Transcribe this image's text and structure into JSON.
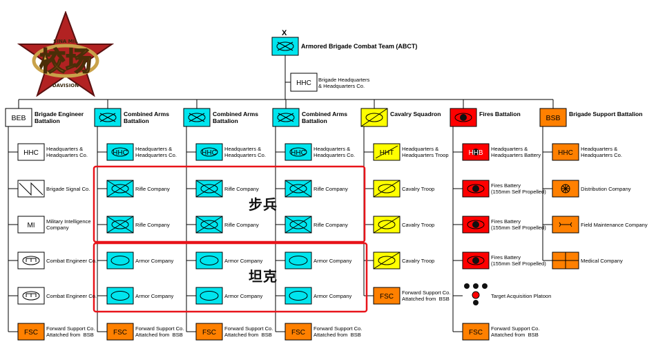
{
  "brigade": {
    "echelon": "X",
    "label": "Armored Brigade Combat Team (ABCT)",
    "hq_code": "HHC",
    "hq_label": "Brigade Headquarters\n& Headquarters Co."
  },
  "columns": [
    {
      "key": "beb",
      "title": "Brigade Engineer\nBattalion",
      "code": "BEB",
      "color": "#ffffff",
      "units": [
        {
          "symbol": "text",
          "code": "HHC",
          "label": "Headquarters &\nHeadquarters Co."
        },
        {
          "symbol": "signal",
          "label": "Brigade Signal Co."
        },
        {
          "symbol": "text",
          "code": "MI",
          "label": "Military Intelligence\nCompany"
        },
        {
          "symbol": "engineer",
          "label": "Combat Engineer Co."
        },
        {
          "symbol": "engineer",
          "label": "Combat Engineer Co."
        },
        {
          "symbol": "text",
          "code": "FSC",
          "label": "Forward Support Co.\nAttatched from  BSB",
          "fill": "#ff8000"
        }
      ]
    },
    {
      "key": "cab1",
      "title": "Combined Arms\nBattalion",
      "color": "#00e5ee",
      "units": [
        {
          "symbol": "hhc-armor",
          "code": "HHC",
          "label": "Headquarters &\nHeadquarters Co."
        },
        {
          "symbol": "infantry",
          "label": "Rifle Company"
        },
        {
          "symbol": "infantry",
          "label": "Rifle Company"
        },
        {
          "symbol": "armor",
          "label": "Armor Company"
        },
        {
          "symbol": "armor",
          "label": "Armor Company"
        },
        {
          "symbol": "text",
          "code": "FSC",
          "label": "Forward Support Co.\nAttatched from  BSB",
          "fill": "#ff8000"
        }
      ]
    },
    {
      "key": "cab2",
      "title": "Combined Arms\nBattalion",
      "color": "#00e5ee",
      "units": [
        {
          "symbol": "hhc-armor",
          "code": "HHC",
          "label": "Headquarters &\nHeadquarters Co."
        },
        {
          "symbol": "infantry",
          "label": "Rifle Company"
        },
        {
          "symbol": "infantry",
          "label": "Rifle Company"
        },
        {
          "symbol": "armor",
          "label": "Armor Company"
        },
        {
          "symbol": "armor",
          "label": "Armor Company"
        },
        {
          "symbol": "text",
          "code": "FSC",
          "label": "Forward Support Co.\nAttatched from  BSB",
          "fill": "#ff8000"
        }
      ]
    },
    {
      "key": "cab3",
      "title": "Combined Arms\nBattalion",
      "color": "#00e5ee",
      "units": [
        {
          "symbol": "hhc-armor",
          "code": "HHC",
          "label": "Headquarters &\nHeadquarters Co."
        },
        {
          "symbol": "infantry",
          "label": "Rifle Company"
        },
        {
          "symbol": "infantry",
          "label": "Rifle Company"
        },
        {
          "symbol": "armor",
          "label": "Armor Company"
        },
        {
          "symbol": "armor",
          "label": "Armor Company"
        },
        {
          "symbol": "text",
          "code": "FSC",
          "label": "Forward Support Co.\nAttatched from  BSB",
          "fill": "#ff8000"
        }
      ]
    },
    {
      "key": "cav",
      "title": "Cavalry Squadron",
      "color": "#ffff00",
      "units": [
        {
          "symbol": "hht-cav",
          "code": "HHT",
          "label": "Headquarters &\nHeadquarters Troop"
        },
        {
          "symbol": "cavalry",
          "label": "Cavalry Troop"
        },
        {
          "symbol": "cavalry",
          "label": "Cavalry Troop"
        },
        {
          "symbol": "cavalry",
          "label": "Cavalry Troop"
        },
        {
          "symbol": "text",
          "code": "FSC",
          "label": "Forward Support Co.\nAttatched from  BSB",
          "fill": "#ff8000"
        }
      ]
    },
    {
      "key": "fires",
      "title": "Fires Battalion",
      "color": "#ff0000",
      "units": [
        {
          "symbol": "hhb-fires",
          "code": "HHB",
          "label": "Headquarters &\nHeadquarters Battery"
        },
        {
          "symbol": "fires",
          "label": "Fires Battery\n(155mm Self Propelled)"
        },
        {
          "symbol": "fires",
          "label": "Fires Battery\n(155mm Self Propelled)"
        },
        {
          "symbol": "fires",
          "label": "Fires Battery\n(155mm Self Propelled)"
        },
        {
          "symbol": "target",
          "label": "Target Acquisition Platoon"
        },
        {
          "symbol": "text",
          "code": "FSC",
          "label": "Forward Support Co.\nAttatched from  BSB",
          "fill": "#ff8000"
        }
      ]
    },
    {
      "key": "bsb",
      "title": "Brigade Support Battalion",
      "code": "BSB",
      "color": "#ff8000",
      "units": [
        {
          "symbol": "text",
          "code": "HHC",
          "label": "Headquarters &\nHeadquarters Co."
        },
        {
          "symbol": "distribution",
          "label": "Distribution Company"
        },
        {
          "symbol": "maintenance",
          "label": "Field Maintenance Company"
        },
        {
          "symbol": "medical",
          "label": "Medical Company"
        }
      ]
    }
  ],
  "highlights": [
    {
      "label": "步兵"
    },
    {
      "label": "坦克"
    }
  ],
  "logo": {
    "banner_top": "SINA MIL",
    "glyphs": "校场",
    "banner_bottom": "DAVISION"
  },
  "colors": {
    "highlight_border": "#e8141a",
    "line": "#000000",
    "cyan": "#00e5ee",
    "yellow": "#ffff00",
    "red": "#ff0000",
    "orange": "#ff8000"
  }
}
